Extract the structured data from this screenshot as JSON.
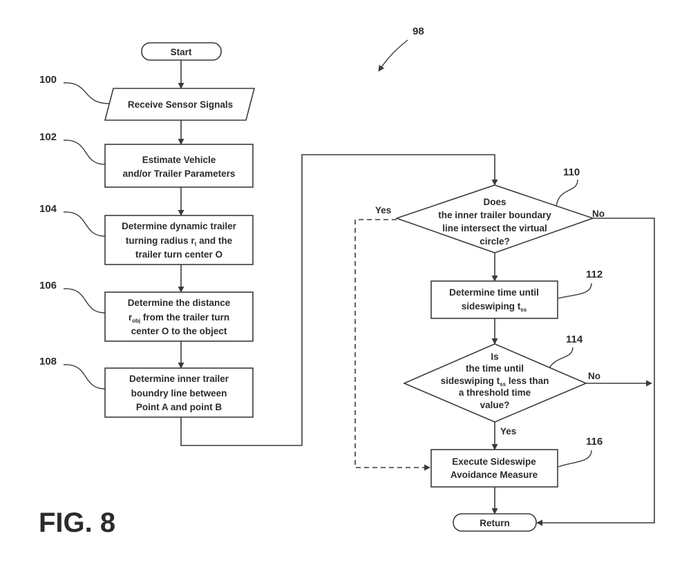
{
  "figure_label": "FIG. 8",
  "ref_overall": "98",
  "nodes": {
    "start": "Start",
    "receive": {
      "ref": "100",
      "text": "Receive Sensor Signals"
    },
    "estimate": {
      "ref": "102",
      "line1": "Estimate Vehicle",
      "line2": "and/or Trailer Parameters"
    },
    "radius": {
      "ref": "104",
      "line1": "Determine dynamic trailer",
      "line2_a": "turning radius r",
      "line2_sub": "t",
      "line2_b": " and the",
      "line3": "trailer turn center O"
    },
    "distance": {
      "ref": "106",
      "line1": "Determine the distance",
      "line2_a": "r",
      "line2_sub": "obj",
      "line2_b": " from the trailer turn",
      "line3": "center O to the object"
    },
    "boundary": {
      "ref": "108",
      "line1": "Determine inner trailer",
      "line2": "boundry line between",
      "line3": "Point A and point B"
    },
    "intersect": {
      "ref": "110",
      "line1": "Does",
      "line2": "the inner trailer boundary",
      "line3": "line intersect the virtual",
      "line4": "circle?"
    },
    "time": {
      "ref": "112",
      "line1": "Determine time until",
      "line2_a": "sideswiping t",
      "line2_sub": "ss"
    },
    "threshold": {
      "ref": "114",
      "line1": "Is",
      "line2": "the time until",
      "line3_a": "sideswiping t",
      "line3_sub": "ss",
      "line3_b": " less than",
      "line4": "a threshold time",
      "line5": "value?"
    },
    "execute": {
      "ref": "116",
      "line1": "Execute Sideswipe",
      "line2": "Avoidance Measure"
    },
    "return": "Return"
  },
  "edges": {
    "yes_110": "Yes",
    "no_110": "No",
    "yes_114": "Yes",
    "no_114": "No"
  }
}
